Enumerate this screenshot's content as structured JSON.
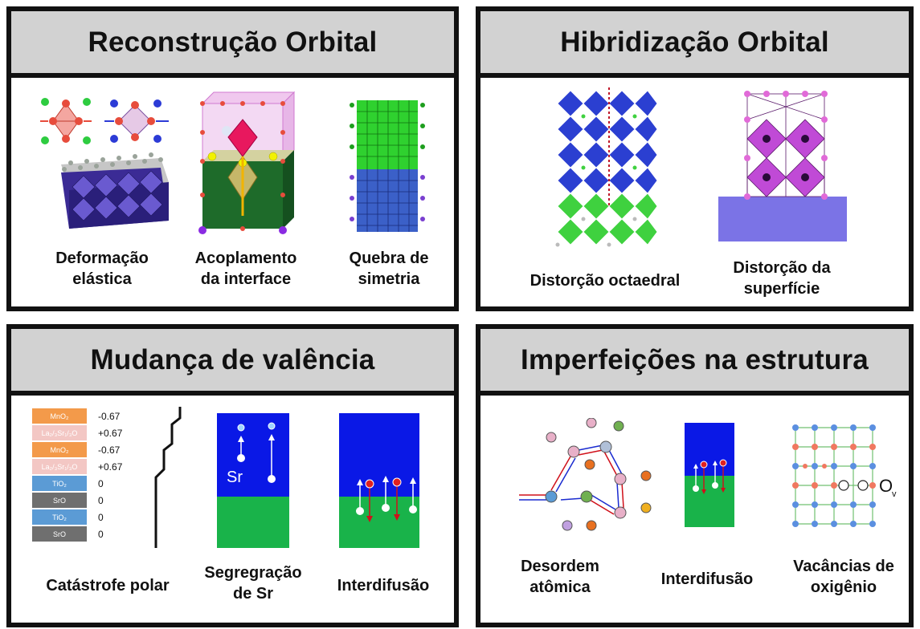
{
  "panels": {
    "reconstruction": {
      "title": "Reconstrução Orbital",
      "captions": [
        {
          "line1": "Deformação",
          "line2": "elástica"
        },
        {
          "line1": "Acoplamento",
          "line2": "da interface"
        },
        {
          "line1": "Quebra de",
          "line2": "simetria"
        }
      ]
    },
    "hybridization": {
      "title": "Hibridização Orbital",
      "captions": [
        {
          "line1": "Distorção octaedral"
        },
        {
          "line1": "Distorção da",
          "line2": "superfície"
        }
      ]
    },
    "valence": {
      "title": "Mudança de valência",
      "layers": [
        {
          "name": "MnO₂",
          "charge": "-0.67",
          "color": "#f39a4a"
        },
        {
          "name": "La₂/₃Sr₁/₃O",
          "charge": "+0.67",
          "color": "#f3c7c4"
        },
        {
          "name": "MnO₂",
          "charge": "-0.67",
          "color": "#f39a4a"
        },
        {
          "name": "La₂/₃Sr₁/₃O",
          "charge": "+0.67",
          "color": "#f3c7c4"
        },
        {
          "name": "TiO₂",
          "charge": "0",
          "color": "#5b9bd5"
        },
        {
          "name": "SrO",
          "charge": "0",
          "color": "#6f6f6f"
        },
        {
          "name": "TiO₂",
          "charge": "0",
          "color": "#5b9bd5"
        },
        {
          "name": "SrO",
          "charge": "0",
          "color": "#6f6f6f"
        }
      ],
      "sr_label": "Sr",
      "captions": [
        {
          "line1": "Catástrofe polar"
        },
        {
          "line1": "Segregração",
          "line2": "de Sr"
        },
        {
          "line1": "Interdifusão"
        }
      ]
    },
    "imperfections": {
      "title": "Imperfeições na estrutura",
      "vacancy_label": "O",
      "vacancy_sub": "v",
      "captions": [
        {
          "line1": "Desordem",
          "line2": "atômica"
        },
        {
          "line1": "Interdifusão"
        },
        {
          "line1": "Vacâncias de",
          "line2": "oxigênio"
        }
      ]
    }
  },
  "colors": {
    "header_bg": "#d2d2d2",
    "border": "#111111",
    "blue_region": "#0a18e6",
    "green_region": "#19b34a",
    "violet": "#4a2fa0",
    "octa_blue": "#2b3fd1",
    "octa_green": "#3fd13f",
    "octa_magenta": "#c04ad6",
    "substrate": "#7b73e6"
  }
}
